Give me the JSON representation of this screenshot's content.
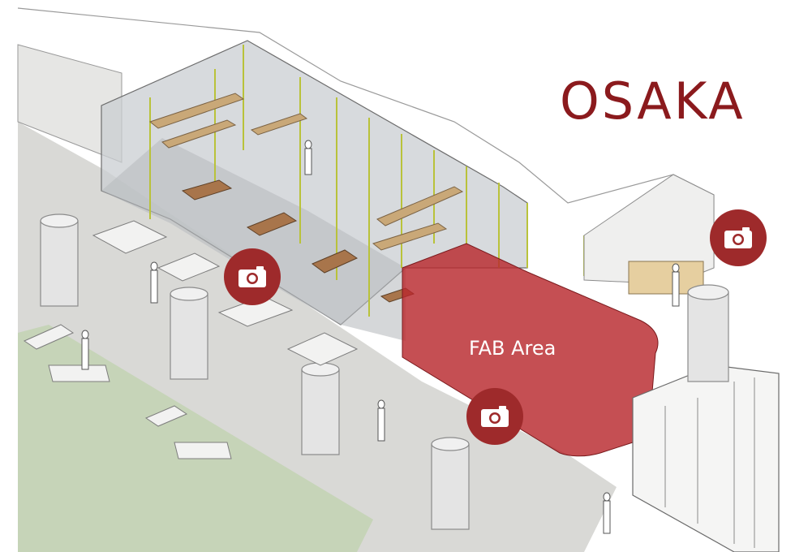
{
  "title": "OSAKA",
  "area_label": "FAB Area",
  "colors": {
    "brand_red": "#8b1a1d",
    "camera_button": "#9e2a2b",
    "fab_overlay": "#b8282d",
    "glass": "#c9cdd1",
    "grass": "#c8d7bc",
    "frame": "#b9c23a"
  },
  "camera_buttons": [
    {
      "id": "camera-button-left",
      "icon": "camera-icon"
    },
    {
      "id": "camera-button-right",
      "icon": "camera-icon"
    },
    {
      "id": "camera-button-fab",
      "icon": "camera-icon"
    }
  ]
}
